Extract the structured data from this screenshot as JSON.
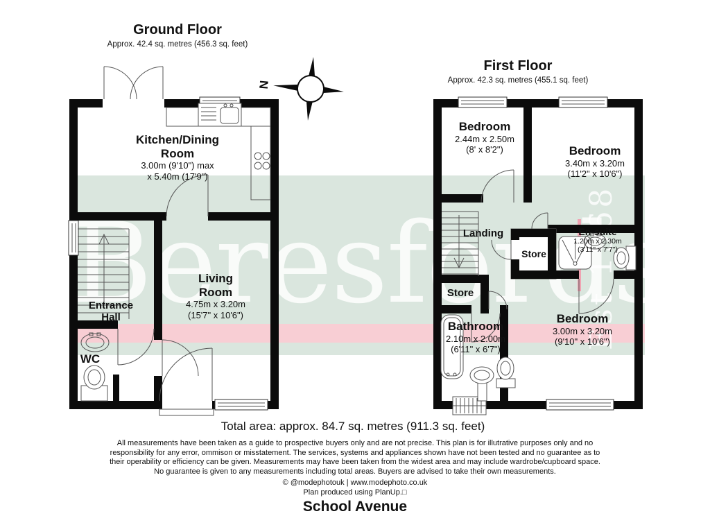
{
  "colors": {
    "wall": "#0b0b0b",
    "thin_line": "#555555",
    "watermark_green": "#8db89b",
    "watermark_pink": "#ed7e8f",
    "watermark_bar": "#f396aa",
    "text": "#111111"
  },
  "ground_floor": {
    "title": "Ground Floor",
    "subtitle": "Approx. 42.4 sq. metres (456.3 sq. feet)",
    "rooms": {
      "kitchen": {
        "name_line1": "Kitchen/Dining",
        "name_line2": "Room",
        "dim1": "3.00m (9'10\") max",
        "dim2": "x 5.40m (17'9\")"
      },
      "living": {
        "name_line1": "Living",
        "name_line2": "Room",
        "dim1": "4.75m x 3.20m",
        "dim2": "(15'7\" x 10'6\")"
      },
      "hall": {
        "name_line1": "Entrance",
        "name_line2": "Hall"
      },
      "wc": {
        "name": "WC"
      }
    }
  },
  "first_floor": {
    "title": "First Floor",
    "subtitle": "Approx. 42.3 sq. metres (455.1 sq. feet)",
    "rooms": {
      "bedroom1": {
        "name": "Bedroom",
        "dim1": "2.44m x 2.50m",
        "dim2": "(8' x 8'2\")"
      },
      "bedroom2": {
        "name": "Bedroom",
        "dim1": "3.40m x 3.20m",
        "dim2": "(11'2\" x 10'6\")"
      },
      "bedroom3": {
        "name": "Bedroom",
        "dim1": "3.00m x 3.20m",
        "dim2": "(9'10\" x 10'6\")"
      },
      "landing": {
        "name": "Landing"
      },
      "store_upper": {
        "name": "Store"
      },
      "store_lower": {
        "name": "Store"
      },
      "ensuite": {
        "name": "En-suite",
        "dim1": "1.20m x 2.30m",
        "dim2": "(3'11\" x 7'7\")"
      },
      "bathroom": {
        "name": "Bathroom",
        "dim1": "2.10m x 2.00m",
        "dim2": "(6'11\" x 6'7\")"
      }
    }
  },
  "compass": {
    "north": "N"
  },
  "watermark": {
    "brand": "Beresfords",
    "established": "Est 1968"
  },
  "footer": {
    "total_area": "Total area: approx. 84.7 sq. metres (911.3 sq. feet)",
    "disclaimer_line1": "All measurements have been taken as a guide to prospective buyers only and are not precise. This plan is for illutrative purposes only and no",
    "disclaimer_line2": "responsibility for any error, ommison or misstatement. The services, systems and appliances shown have not been tested and no guarantee as to",
    "disclaimer_line3": "their operability or efficiency can be given. Measurements may have been taken from the widest area and may include wardrobe/cupboard space.",
    "disclaimer_line4": "No guarantee is given to any measurements including total areas. Buyers are advised to take their own measurements.",
    "credit": "© @modephotouk | www.modephoto.co.uk",
    "produced": "Plan produced using PlanUp.□",
    "address": "School Avenue"
  }
}
